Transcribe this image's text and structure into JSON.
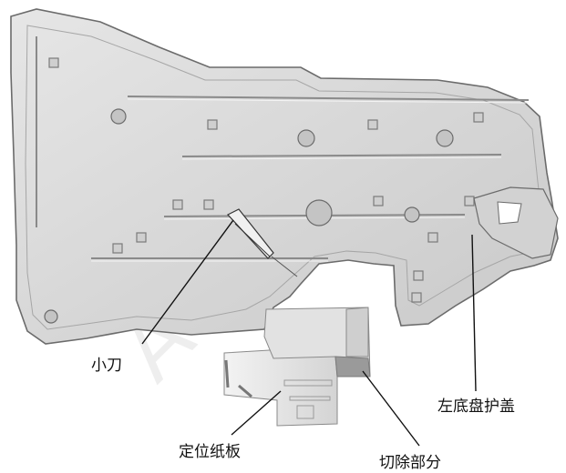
{
  "labels": {
    "knife": "小刀",
    "left_underbody_cover": "左底盘护盖",
    "positioning_paper": "定位纸板",
    "cut_part": "切除部分"
  },
  "watermark": "Acces",
  "colors": {
    "panel_fill": "#d9d9d9",
    "panel_edge": "#6b6b6b",
    "panel_shadow": "#bdbdbd",
    "rib": "#8a8a8a",
    "board_light": "#ececec",
    "board_dark": "#9a9a9a",
    "leader": "#111111"
  }
}
